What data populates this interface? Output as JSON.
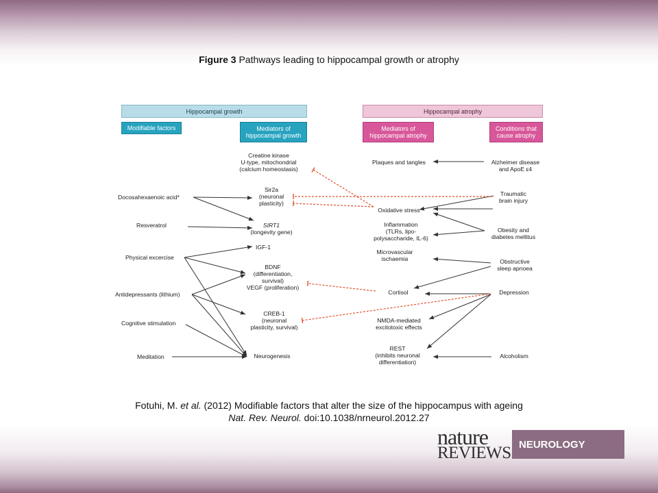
{
  "figure": {
    "label": "Figure 3",
    "caption": "Pathways leading to hippocampal growth or atrophy"
  },
  "headers": {
    "growth": "Hippocampal growth",
    "atrophy": "Hippocampal atrophy",
    "modifiable": "Modifiable factors",
    "mediators_growth": "Mediators of hippocampal growth",
    "mediators_atrophy": "Mediators of hippocampal atrophy",
    "conditions": "Conditions that cause atrophy"
  },
  "left_factors": {
    "dha": "Docosahexaenoic acid*",
    "resveratrol": "Resveratrol",
    "exercise": "Physical excercise",
    "antidepressants": "Antidepressants (lithium)",
    "cognitive": "Cognitive stimulation",
    "meditation": "Meditation"
  },
  "growth_mediators": {
    "creatine": [
      "Creatine kinase",
      "U-type, mitochondrial",
      "(calcium homeostasis)"
    ],
    "sir2a": [
      "Sir2a",
      "(neuronal",
      "plasticity)"
    ],
    "sirt1": [
      "SIRT1",
      "(longevity gene)"
    ],
    "igf1": [
      "IGF-1"
    ],
    "bdnf": [
      "BDNF",
      "(differentiation,",
      "survival)",
      "VEGF (proliferation)"
    ],
    "creb1": [
      "CREB-1",
      "(neuronal",
      "plasticity, survival)"
    ],
    "neurogenesis": [
      "Neurogenesis"
    ]
  },
  "atrophy_mediators": {
    "plaques": [
      "Plaques and tangles"
    ],
    "oxidative": [
      "Oxidative stress"
    ],
    "inflammation": [
      "Inflammation",
      "(TLRs, lipo-",
      "polysaccharide, IL-6)"
    ],
    "microvascular": [
      "Microvascular",
      "ischaemia"
    ],
    "cortisol": [
      "Cortisol"
    ],
    "nmda": [
      "NMDA-mediated",
      "excitotoxic effects"
    ],
    "rest": [
      "REST",
      "(inhibits neuronal",
      "differentiation)"
    ]
  },
  "conditions": {
    "alzheimer": [
      "Alzheimer disease",
      "and ApoE ε4"
    ],
    "tbi": [
      "Traumatic",
      "brain injury"
    ],
    "obesity": [
      "Obesity and",
      "diabetes mellitus"
    ],
    "osa": [
      "Obstructive",
      "sleep apnoea"
    ],
    "depression": [
      "Depression"
    ],
    "alcoholism": [
      "Alcoholism"
    ]
  },
  "citation": {
    "line1_author": "Fotuhi, M. ",
    "line1_etal": "et al.",
    "line1_rest": " (2012) Modifiable factors that alter the size of the hippocampus with ageing",
    "line2_journal": "Nat. Rev. Neurol.",
    "line2_doi": " doi:10.1038/nrneurol.2012.27"
  },
  "logo": {
    "nature": "nature",
    "reviews": "REVIEWS",
    "neurology": "NEUROLOGY"
  },
  "colors": {
    "teal": "#27a3bf",
    "pink": "#d8579a",
    "inhibit": "#e0532e",
    "arrow": "#333333"
  }
}
